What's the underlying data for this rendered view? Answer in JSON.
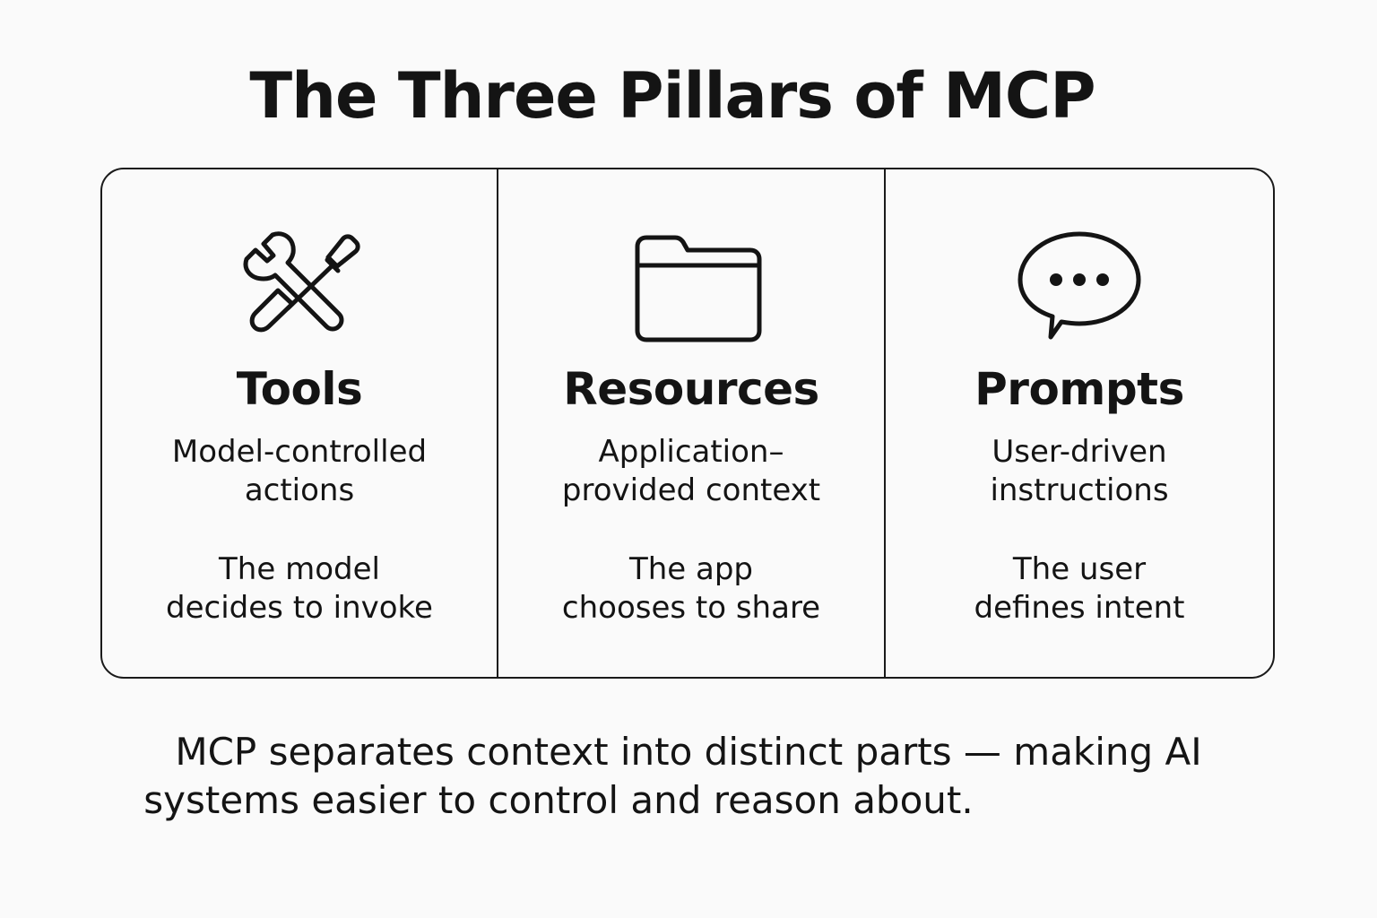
{
  "title": "The Three Pillars of MCP",
  "pillars": [
    {
      "icon": "wrench-screwdriver-icon",
      "name": "Tools",
      "role": [
        "Model-controlled",
        "actions"
      ],
      "detail": [
        "The model",
        "decides to invoke"
      ]
    },
    {
      "icon": "folder-icon",
      "name": "Resources",
      "role": [
        "Application–",
        "provided context"
      ],
      "detail": [
        "The app",
        "chooses to share"
      ]
    },
    {
      "icon": "speech-bubble-icon",
      "name": "Prompts",
      "role": [
        "User-driven",
        "instructions"
      ],
      "detail": [
        "The user",
        "defines intent"
      ]
    }
  ],
  "footer": {
    "line1": "MCP separates context into distinct parts — making AI",
    "line2": "systems easier to control and reason about."
  },
  "colors": {
    "background": "#fafafa",
    "ink": "#141414"
  }
}
